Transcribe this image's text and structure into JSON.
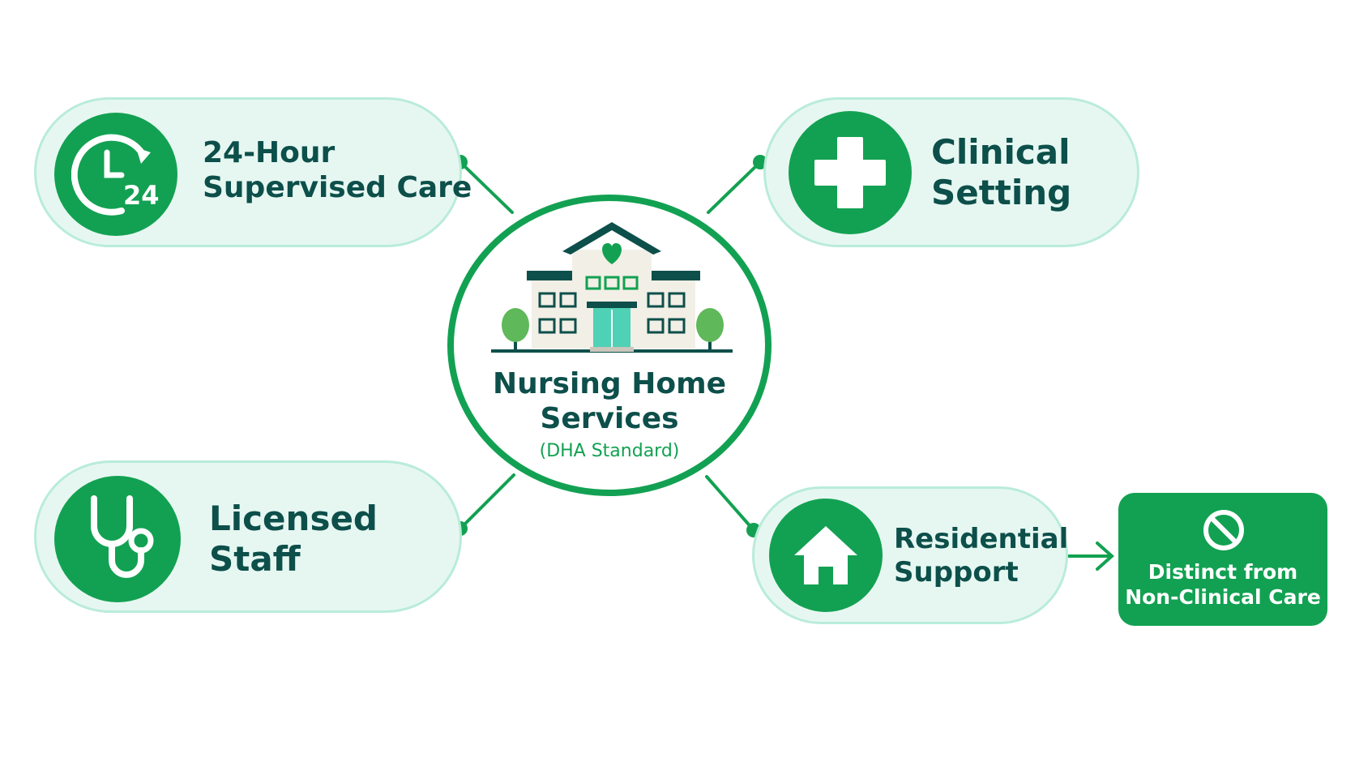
{
  "center": {
    "title_line1": "Nursing Home",
    "title_line2": "Services",
    "subtitle": "(DHA Standard)"
  },
  "nodes": [
    {
      "icon": "clock-24-icon",
      "line1": "24-Hour",
      "line2": "Supervised Care"
    },
    {
      "icon": "medical-cross-icon",
      "line1": "Clinical",
      "line2": "Setting"
    },
    {
      "icon": "stethoscope-icon",
      "line1": "Licensed",
      "line2": "Staff"
    },
    {
      "icon": "house-icon",
      "line1": "Residential",
      "line2": "Support"
    }
  ],
  "callout": {
    "icon": "prohibited-icon",
    "line1": "Distinct from",
    "line2": "Non-Clinical Care"
  },
  "clock_badge_text": "24",
  "colors": {
    "primary_green": "#12a152",
    "dark_teal": "#0d4f4a",
    "pill_fill": "#e6f7f1",
    "pill_border": "#b9ecd9",
    "accent_teal": "#4fd1b5"
  }
}
